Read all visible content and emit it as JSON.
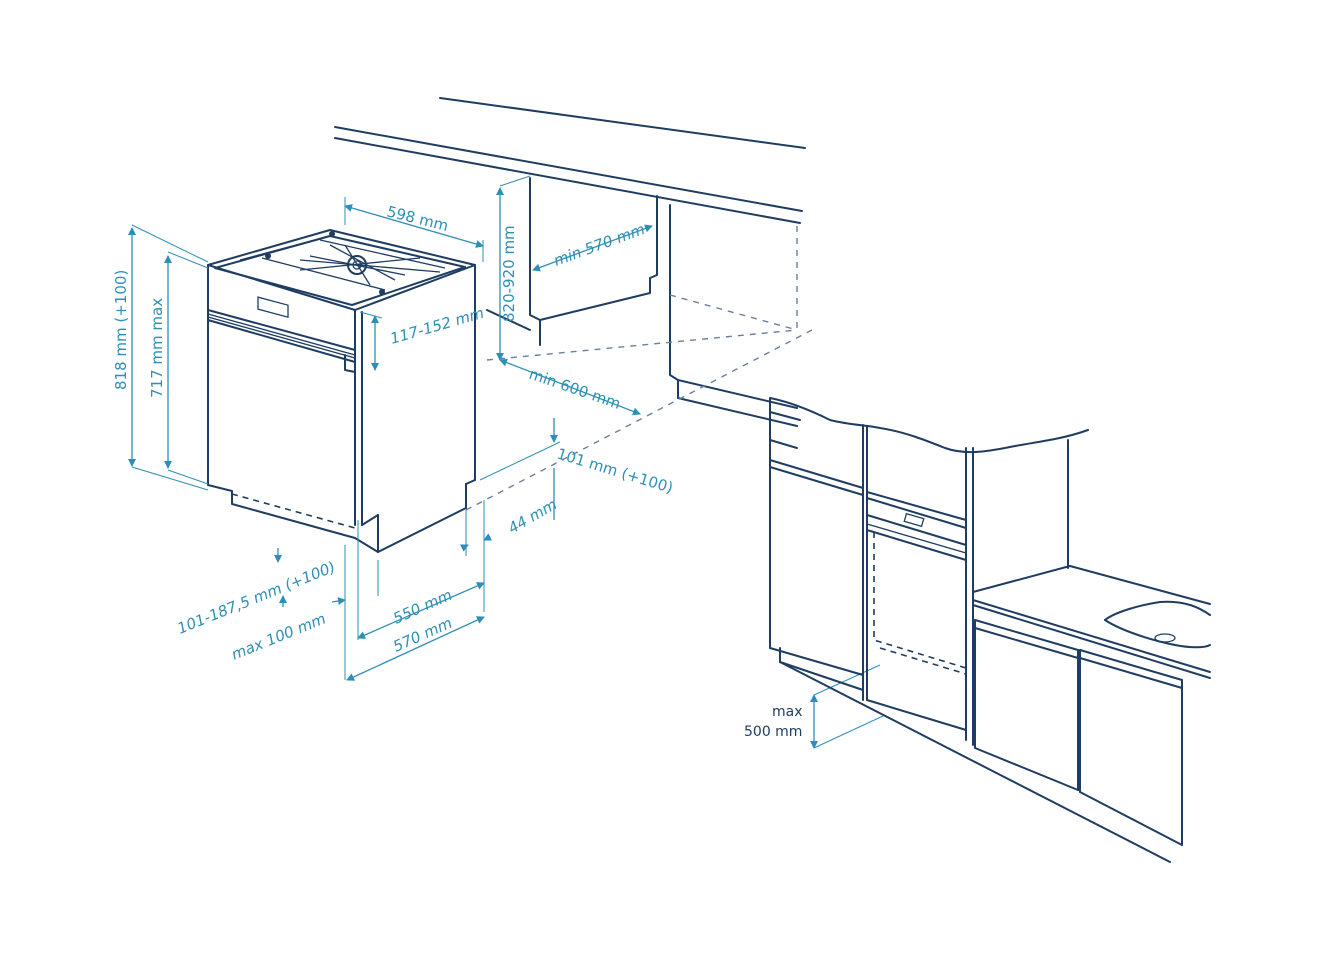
{
  "labels": {
    "width": "598 mm",
    "height_total": "818 mm (+100)",
    "height_body": "717 mm max",
    "panel_height": "117-152 mm",
    "niche_height": "820-920 mm",
    "niche_depth": "min 570 mm",
    "niche_width": "min 600 mm",
    "plinth_height": "101 mm (+100)",
    "plinth_depth": "44 mm",
    "front_adjust": "101-187,5 mm (+100)",
    "front_max": "max 100 mm",
    "depth_550": "550 mm",
    "depth_570": "570 mm",
    "open_max_line1": "max",
    "open_max_line2": "500 mm"
  },
  "colors": {
    "line": "#1f3d63",
    "dimension": "#2e8fb6"
  }
}
